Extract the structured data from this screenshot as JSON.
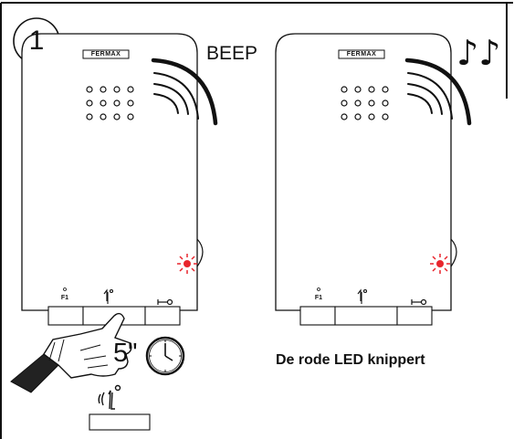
{
  "step": {
    "number": "1"
  },
  "devices": {
    "left": {
      "brand": "FERMAX",
      "sound_label": "BEEP",
      "button_f1_label": "F1"
    },
    "right": {
      "brand": "FERMAX",
      "sound_symbol": "♪♪",
      "button_f1_label": "F1"
    }
  },
  "instruction": {
    "hold_time": "5\"",
    "caption": "De rode LED knippert"
  },
  "colors": {
    "led": "#e8262d",
    "line": "#111111",
    "background": "#ffffff"
  },
  "icons": [
    "clock-icon",
    "finger-press-icon",
    "talk-icon",
    "door-key-icon",
    "led-icon",
    "speaker-waves-icon",
    "music-notes-icon"
  ]
}
